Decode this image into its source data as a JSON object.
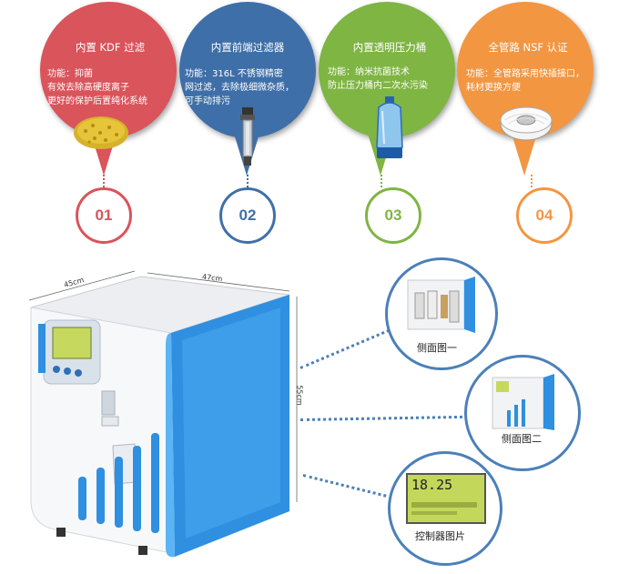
{
  "features": [
    {
      "title": "内置 KDF 过滤",
      "desc": [
        "功能：抑菌",
        "有效去除高硬度离子",
        "更好的保护后置纯化系统"
      ],
      "number": "01",
      "color": "#d9545b",
      "icon": "kdf-granules-icon"
    },
    {
      "title": "内置前端过滤器",
      "desc": [
        "功能：316L 不锈钢精密",
        "网过滤，去除极细微杂质，",
        "可手动排污"
      ],
      "number": "02",
      "color": "#3f6fa8",
      "icon": "steel-filter-icon"
    },
    {
      "title": "内置透明压力桶",
      "desc": [
        "功能：纳米抗菌技术",
        "防止压力桶内二次水污染"
      ],
      "number": "03",
      "color": "#7fb543",
      "icon": "pressure-tank-icon"
    },
    {
      "title": "全管路 NSF 认证",
      "desc": [
        "功能：全管路采用快插接口，",
        "耗材更换方便"
      ],
      "number": "04",
      "color": "#f29642",
      "icon": "tubing-coil-icon"
    }
  ],
  "dimensions": {
    "depth": "45cm",
    "width": "47cm",
    "height": "55cm"
  },
  "detail_views": [
    {
      "caption": "侧面图一"
    },
    {
      "caption": "侧面图二"
    },
    {
      "caption": "控制器图片",
      "display_value": "18.25"
    }
  ]
}
